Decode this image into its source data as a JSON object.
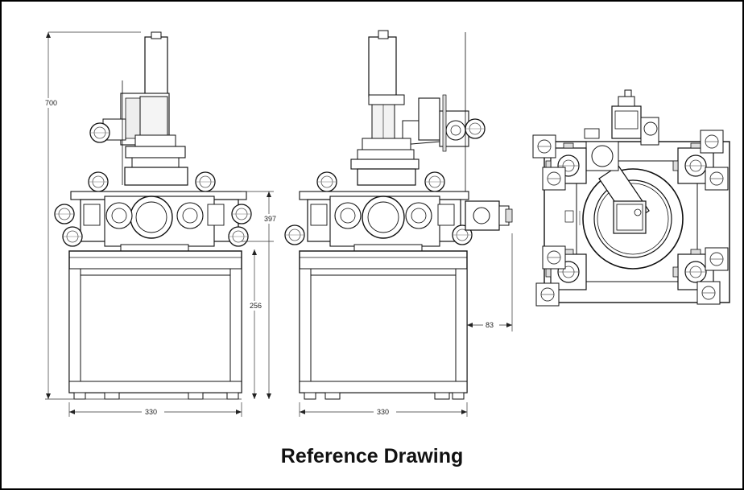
{
  "caption": "Reference Drawing",
  "dimensions": {
    "overall_height": "700",
    "upper_height": "397",
    "base_height": "256",
    "base_width_front": "330",
    "base_width_side": "330",
    "side_offset": "83"
  },
  "views": [
    "front-view",
    "side-view",
    "top-view"
  ]
}
